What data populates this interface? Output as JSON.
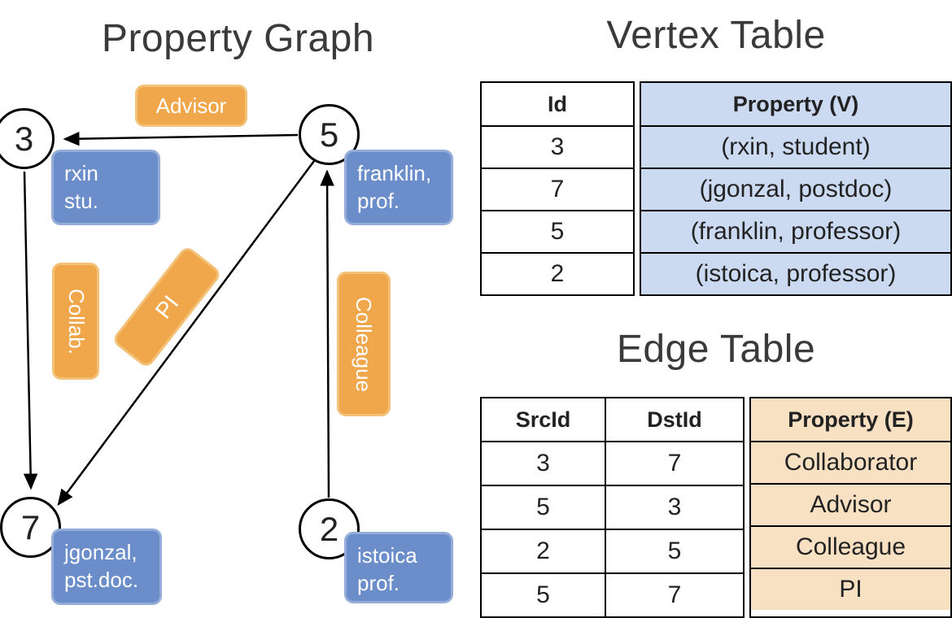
{
  "graph": {
    "title": "Property Graph",
    "nodes": [
      {
        "id": "3"
      },
      {
        "id": "5"
      },
      {
        "id": "7"
      },
      {
        "id": "2"
      }
    ],
    "vertex_labels": [
      {
        "line1": "rxin",
        "line2": "stu."
      },
      {
        "line1": "franklin,",
        "line2": "prof."
      },
      {
        "line1": "jgonzal,",
        "line2": "pst.doc."
      },
      {
        "line1": "istoica",
        "line2": "prof."
      }
    ],
    "edge_labels": {
      "advisor": "Advisor",
      "collab": "Collab.",
      "pi": "PI",
      "colleague": "Colleague"
    }
  },
  "vertex_table": {
    "title": "Vertex Table",
    "headers": {
      "id": "Id",
      "property": "Property (V)"
    },
    "rows": [
      {
        "id": "3",
        "property": "(rxin, student)"
      },
      {
        "id": "7",
        "property": "(jgonzal, postdoc)"
      },
      {
        "id": "5",
        "property": "(franklin, professor)"
      },
      {
        "id": "2",
        "property": "(istoica, professor)"
      }
    ]
  },
  "edge_table": {
    "title": "Edge Table",
    "headers": {
      "src": "SrcId",
      "dst": "DstId",
      "property": "Property (E)"
    },
    "rows": [
      {
        "src": "3",
        "dst": "7",
        "property": "Collaborator"
      },
      {
        "src": "5",
        "dst": "3",
        "property": "Advisor"
      },
      {
        "src": "2",
        "dst": "5",
        "property": "Colleague"
      },
      {
        "src": "5",
        "dst": "7",
        "property": "PI"
      }
    ]
  },
  "colors": {
    "vertex_box": "#6B8ECA",
    "vertex_box_border": "#93ADD8",
    "edge_box": "#F0A74C",
    "edge_box_border": "#F3C178",
    "vertex_cell_bg": "#CBD9F1",
    "edge_cell_bg": "#F8E1C3",
    "line": "#000000"
  }
}
